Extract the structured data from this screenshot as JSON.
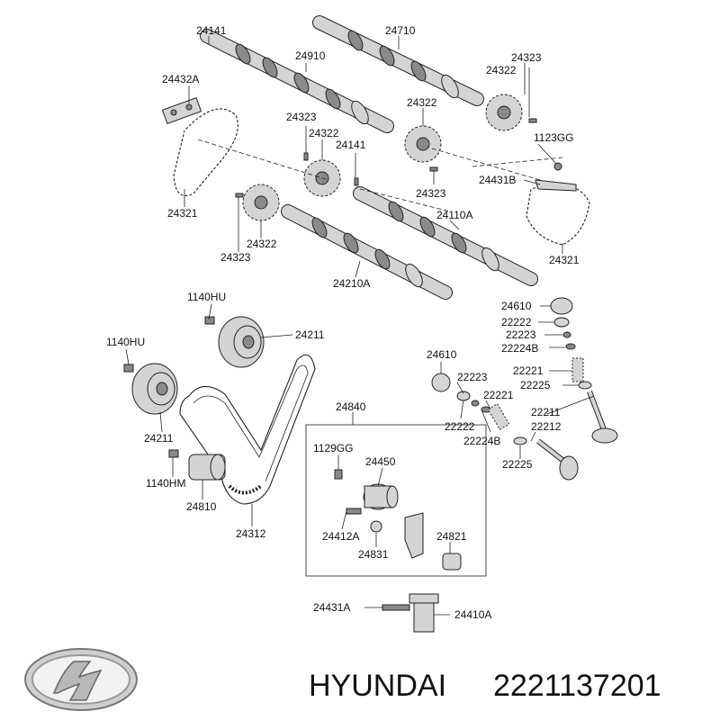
{
  "diagram": {
    "part_labels": {
      "p24141a": "24141",
      "p24710": "24710",
      "p24910": "24910",
      "p24323a": "24323",
      "p24322a": "24322",
      "p24432A": "24432A",
      "p24323b": "24323",
      "p24322b": "24322",
      "p24141b": "24141",
      "p24322c": "24322",
      "p1123GG": "1123GG",
      "p24431B": "24431B",
      "p24323c": "24323",
      "p24321a": "24321",
      "p24110A": "24110A",
      "p24322d": "24322",
      "p24323d": "24323",
      "p24321b": "24321",
      "p24210A": "24210A",
      "p1140HUa": "1140HU",
      "p24211a": "24211",
      "p1140HUb": "1140HU",
      "p24211b": "24211",
      "p1140HM": "1140HM",
      "p24810": "24810",
      "p24312": "24312",
      "p24840": "24840",
      "p1129GG": "1129GG",
      "p24450": "24450",
      "p24412A": "24412A",
      "p24831": "24831",
      "p24821": "24821",
      "p24431A": "24431A",
      "p24410A": "24410A",
      "p24610a": "24610",
      "p22222a": "22222",
      "p22223a": "22223",
      "p22224Ba": "22224B",
      "p22221a": "22221",
      "p22225a": "22225",
      "p24610b": "24610",
      "p22223b": "22223",
      "p22221b": "22221",
      "p22222b": "22222",
      "p22224Bb": "22224B",
      "p22211": "22211",
      "p22212": "22212",
      "p22225b": "22225"
    }
  },
  "footer": {
    "brand": "HYUNDAI",
    "part_number": "2221137201",
    "logo_icon": "hyundai-logo-icon"
  }
}
